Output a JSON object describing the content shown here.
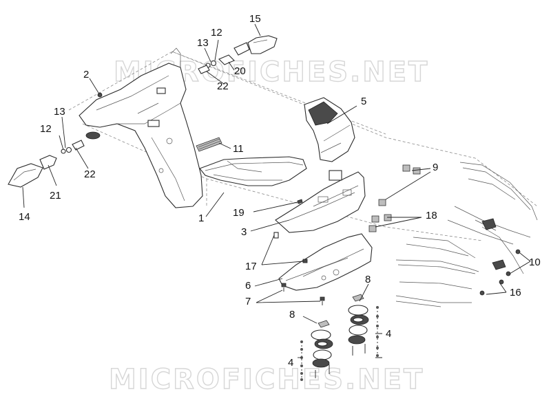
{
  "watermarks": [
    "MICROFICHES.NET",
    "MICROFICHES.NET"
  ],
  "callouts": [
    {
      "id": "c1",
      "text": "1"
    },
    {
      "id": "c2",
      "text": "2"
    },
    {
      "id": "c3",
      "text": "3"
    },
    {
      "id": "c4a",
      "text": "4"
    },
    {
      "id": "c4b",
      "text": "4"
    },
    {
      "id": "c5",
      "text": "5"
    },
    {
      "id": "c6",
      "text": "6"
    },
    {
      "id": "c7",
      "text": "7"
    },
    {
      "id": "c8a",
      "text": "8"
    },
    {
      "id": "c8b",
      "text": "8"
    },
    {
      "id": "c9",
      "text": "9"
    },
    {
      "id": "c10",
      "text": "10"
    },
    {
      "id": "c11",
      "text": "11"
    },
    {
      "id": "c12a",
      "text": "12"
    },
    {
      "id": "c12b",
      "text": "12"
    },
    {
      "id": "c13a",
      "text": "13"
    },
    {
      "id": "c13b",
      "text": "13"
    },
    {
      "id": "c14",
      "text": "14"
    },
    {
      "id": "c15",
      "text": "15"
    },
    {
      "id": "c16",
      "text": "16"
    },
    {
      "id": "c17",
      "text": "17"
    },
    {
      "id": "c18",
      "text": "18"
    },
    {
      "id": "c19",
      "text": "19"
    },
    {
      "id": "c20",
      "text": "20"
    },
    {
      "id": "c21",
      "text": "21"
    },
    {
      "id": "c22a",
      "text": "22"
    },
    {
      "id": "c22b",
      "text": "22"
    }
  ]
}
